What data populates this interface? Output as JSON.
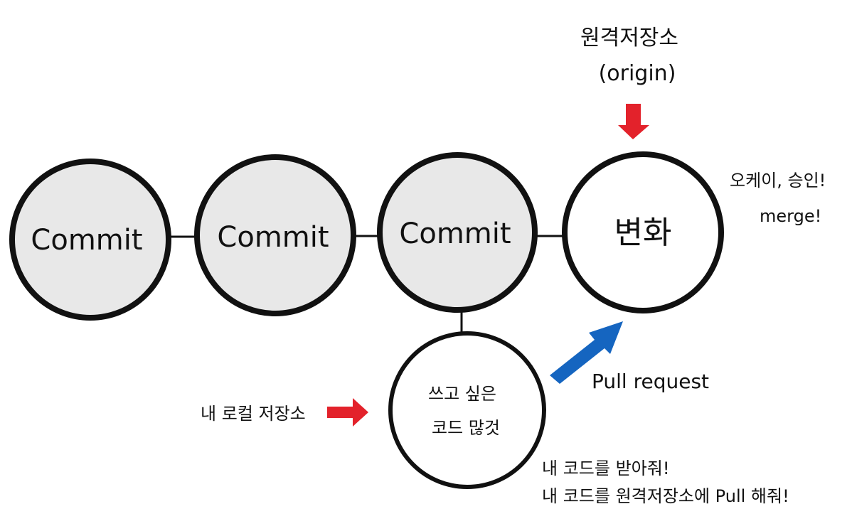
{
  "remote": {
    "title": "원격저장소",
    "subtitle": "(origin)"
  },
  "commits": [
    {
      "label": "Commit"
    },
    {
      "label": "Commit"
    },
    {
      "label": "Commit"
    }
  ],
  "change": {
    "label": "변화"
  },
  "approval": {
    "line1": "오케이, 승인!",
    "line2": "merge!"
  },
  "local": {
    "label": "내 로컬 저장소",
    "node_line1": "쓰고 싶은",
    "node_line2": "코드 많것"
  },
  "pull_request": {
    "label": "Pull request"
  },
  "request_notes": {
    "line1": "내 코드를 받아줘!",
    "line2": "내 코드를 원격저장소에 Pull 해줘!"
  },
  "colors": {
    "stroke": "#111111",
    "commit_fill": "#e8e8e8",
    "node_fill": "#ffffff",
    "red_arrow": "#e3222b",
    "blue_arrow": "#1565c0"
  }
}
